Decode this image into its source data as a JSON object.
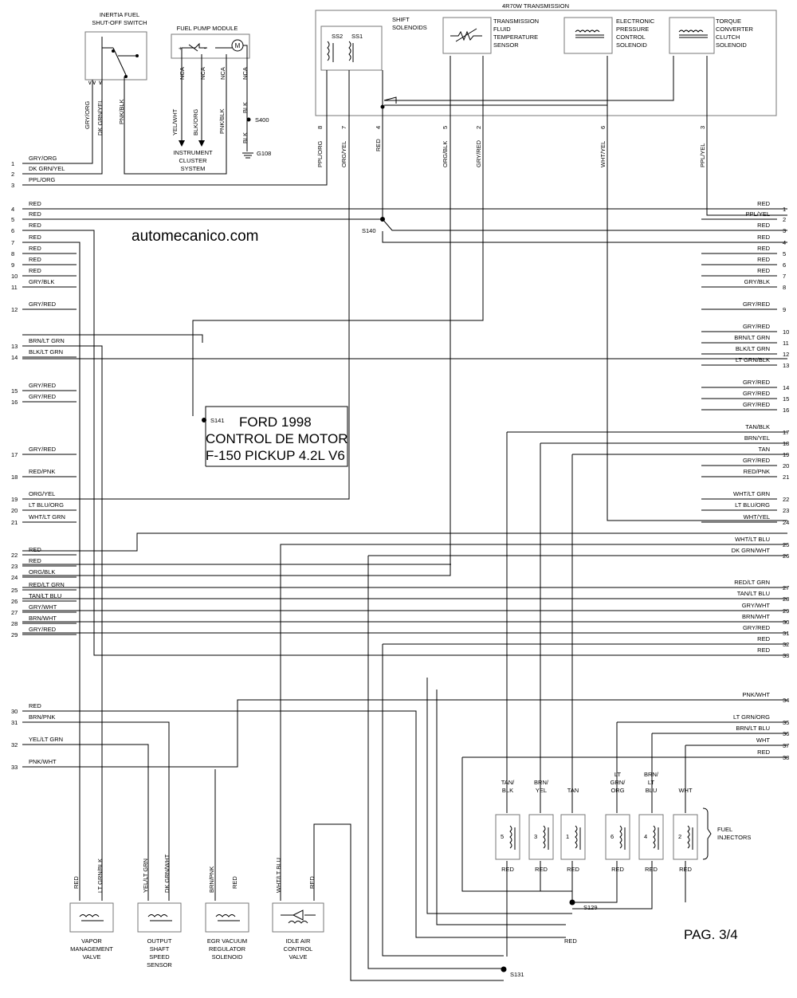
{
  "components": {
    "inertia": [
      "INERTIA FUEL",
      "SHUT-OFF SWITCH"
    ],
    "fpm": "FUEL PUMP MODULE",
    "motor": "M",
    "cluster": [
      "INSTRUMENT",
      "CLUSTER",
      "SYSTEM"
    ],
    "transmission": "4R70W TRANSMISSION",
    "shift": [
      "SHIFT",
      "SOLENOIDS"
    ],
    "ss2": "SS2",
    "ss1": "SS1",
    "tft": [
      "TRANSMISSION",
      "FLUID",
      "TEMPERATURE",
      "SENSOR"
    ],
    "epc": [
      "ELECTRONIC",
      "PRESSURE",
      "CONTROL",
      "SOLENOID"
    ],
    "tcc": [
      "TORQUE",
      "CONVERTER",
      "CLUTCH",
      "SOLENOID"
    ],
    "injectors": [
      "FUEL",
      "INJECTORS"
    ],
    "vmv": [
      "VAPOR",
      "MANAGEMENT",
      "VALVE"
    ],
    "oss": [
      "OUTPUT",
      "SHAFT",
      "SPEED",
      "SENSOR"
    ],
    "egr": [
      "EGR VACUUM",
      "REGULATOR",
      "SOLENOID"
    ],
    "iac": [
      "IDLE AIR",
      "CONTROL",
      "VALVE"
    ]
  },
  "top_labels": {
    "gry_org": "GRY/ORG",
    "dk_grn_yel": "DK GRN/YEL",
    "pnk_blk": "PNK/BLK",
    "nca": "NCA",
    "yel_wht": "YEL/WHT",
    "blk_org": "BLK/ORG",
    "blk": "BLK",
    "s400": "S400",
    "g108": "G108",
    "ppl_org": "PPL/ORG",
    "org_yel": "ORG/YEL",
    "red": "RED",
    "org_blk": "ORG/BLK",
    "gry_red": "GRY/RED",
    "wht_yel": "WHT/YEL",
    "ppl_yel": "PPL/YEL",
    "pin8": "8",
    "pin7": "7",
    "pin4": "4",
    "pin5": "5",
    "pin2": "2",
    "pin6": "6",
    "pin3": "3"
  },
  "splices": {
    "s140": "S140",
    "s141": "S141",
    "s129": "S129",
    "s131": "S131"
  },
  "title": [
    "FORD 1998",
    "CONTROL DE MOTOR",
    "F-150 PICKUP 4.2L V6"
  ],
  "watermark": "automecanico.com",
  "page": "PAG. 3/4",
  "left_pins": [
    {
      "n": "1",
      "label": "GRY/ORG"
    },
    {
      "n": "2",
      "label": "DK GRN/YEL"
    },
    {
      "n": "3",
      "label": "PPL/ORG"
    },
    {
      "n": "4",
      "label": "RED"
    },
    {
      "n": "5",
      "label": "RED"
    },
    {
      "n": "6",
      "label": "RED"
    },
    {
      "n": "7",
      "label": "RED"
    },
    {
      "n": "8",
      "label": "RED"
    },
    {
      "n": "9",
      "label": "RED"
    },
    {
      "n": "10",
      "label": "RED"
    },
    {
      "n": "11",
      "label": "GRY/BLK"
    },
    {
      "n": "12",
      "label": "GRY/RED"
    },
    {
      "n": "13",
      "label": "BRN/LT GRN"
    },
    {
      "n": "14",
      "label": "BLK/LT GRN"
    },
    {
      "n": "15",
      "label": "GRY/RED"
    },
    {
      "n": "16",
      "label": "GRY/RED"
    },
    {
      "n": "17",
      "label": "GRY/RED"
    },
    {
      "n": "18",
      "label": "RED/PNK"
    },
    {
      "n": "19",
      "label": "ORG/YEL"
    },
    {
      "n": "20",
      "label": "LT BLU/ORG"
    },
    {
      "n": "21",
      "label": "WHT/LT GRN"
    },
    {
      "n": "22",
      "label": "RED"
    },
    {
      "n": "23",
      "label": "RED"
    },
    {
      "n": "24",
      "label": "ORG/BLK"
    },
    {
      "n": "25",
      "label": "RED/LT GRN"
    },
    {
      "n": "26",
      "label": "TAN/LT BLU"
    },
    {
      "n": "27",
      "label": "GRY/WHT"
    },
    {
      "n": "28",
      "label": "BRN/WHT"
    },
    {
      "n": "29",
      "label": "GRY/RED"
    },
    {
      "n": "30",
      "label": "RED"
    },
    {
      "n": "31",
      "label": "BRN/PNK"
    },
    {
      "n": "32",
      "label": "YEL/LT GRN"
    },
    {
      "n": "33",
      "label": "PNK/WHT"
    }
  ],
  "right_pins": [
    {
      "n": "1",
      "label": "RED"
    },
    {
      "n": "2",
      "label": "PPL/YEL"
    },
    {
      "n": "3",
      "label": "RED"
    },
    {
      "n": "4",
      "label": "RED"
    },
    {
      "n": "5",
      "label": "RED"
    },
    {
      "n": "6",
      "label": "RED"
    },
    {
      "n": "7",
      "label": "RED"
    },
    {
      "n": "8",
      "label": "GRY/BLK"
    },
    {
      "n": "9",
      "label": "GRY/RED"
    },
    {
      "n": "10",
      "label": "GRY/RED"
    },
    {
      "n": "11",
      "label": "BRN/LT GRN"
    },
    {
      "n": "12",
      "label": "BLK/LT GRN"
    },
    {
      "n": "13",
      "label": "LT GRN/BLK"
    },
    {
      "n": "14",
      "label": "GRY/RED"
    },
    {
      "n": "15",
      "label": "GRY/RED"
    },
    {
      "n": "16",
      "label": "GRY/RED"
    },
    {
      "n": "17",
      "label": "TAN/BLK"
    },
    {
      "n": "18",
      "label": "BRN/YEL"
    },
    {
      "n": "19",
      "label": "TAN"
    },
    {
      "n": "20",
      "label": "GRY/RED"
    },
    {
      "n": "21",
      "label": "RED/PNK"
    },
    {
      "n": "22",
      "label": "WHT/LT GRN"
    },
    {
      "n": "23",
      "label": "LT BLU/ORG"
    },
    {
      "n": "24",
      "label": "WHT/YEL"
    },
    {
      "n": "25",
      "label": "WHT/LT BLU"
    },
    {
      "n": "26",
      "label": "DK GRN/WHT"
    },
    {
      "n": "27",
      "label": "RED/LT GRN"
    },
    {
      "n": "28",
      "label": "TAN/LT BLU"
    },
    {
      "n": "29",
      "label": "GRY/WHT"
    },
    {
      "n": "30",
      "label": "BRN/WHT"
    },
    {
      "n": "31",
      "label": "GRY/RED"
    },
    {
      "n": "32",
      "label": "RED"
    },
    {
      "n": "33",
      "label": "RED"
    },
    {
      "n": "34",
      "label": "PNK/WHT"
    },
    {
      "n": "35",
      "label": "LT GRN/ORG"
    },
    {
      "n": "36",
      "label": "BRN/LT BLU"
    },
    {
      "n": "37",
      "label": "WHT"
    },
    {
      "n": "38",
      "label": "RED"
    }
  ],
  "injector_list": [
    {
      "num": "5",
      "top": [
        "TAN/",
        "BLK"
      ],
      "bottom": "RED"
    },
    {
      "num": "3",
      "top": [
        "BRN/",
        "YEL"
      ],
      "bottom": "RED"
    },
    {
      "num": "1",
      "top": [
        "TAN"
      ],
      "bottom": "RED"
    },
    {
      "num": "6",
      "top": [
        "LT",
        "GRN/",
        "ORG"
      ],
      "bottom": "RED"
    },
    {
      "num": "4",
      "top": [
        "BRN/",
        "LT",
        "BLU"
      ],
      "bottom": "RED"
    },
    {
      "num": "2",
      "top": [
        "WHT"
      ],
      "bottom": "RED"
    }
  ],
  "bottom_labels": {
    "vmv_a": "RED",
    "vmv_b": "LT GRN/BLK",
    "oss_a": "YEL/LT GRN",
    "oss_b": "DK GRN/WHT",
    "egr_a": "BRN/PNK",
    "egr_b": "RED",
    "iac_a": "WHT/LT BLU",
    "iac_b": "RED",
    "red_bus": "RED"
  }
}
